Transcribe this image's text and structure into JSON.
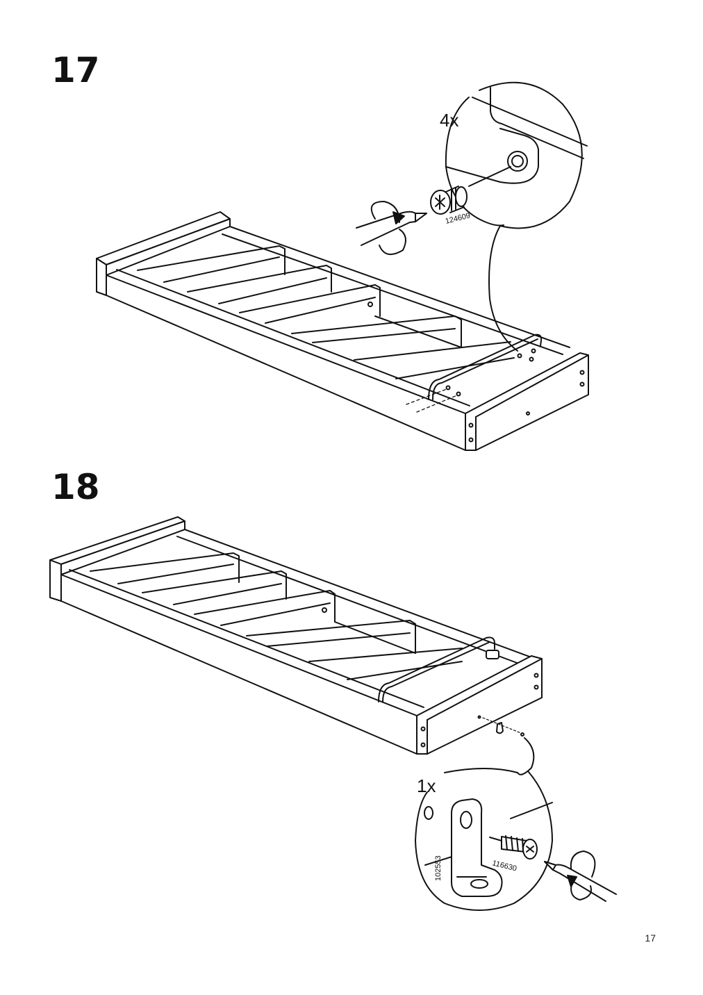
{
  "page": {
    "page_number": "17"
  },
  "steps": [
    {
      "number": "17",
      "callout": {
        "quantity": "4x",
        "part_id": "124609"
      }
    },
    {
      "number": "18",
      "callout": {
        "quantity": "1x",
        "part_ids": [
          "102553",
          "116630"
        ]
      }
    }
  ]
}
